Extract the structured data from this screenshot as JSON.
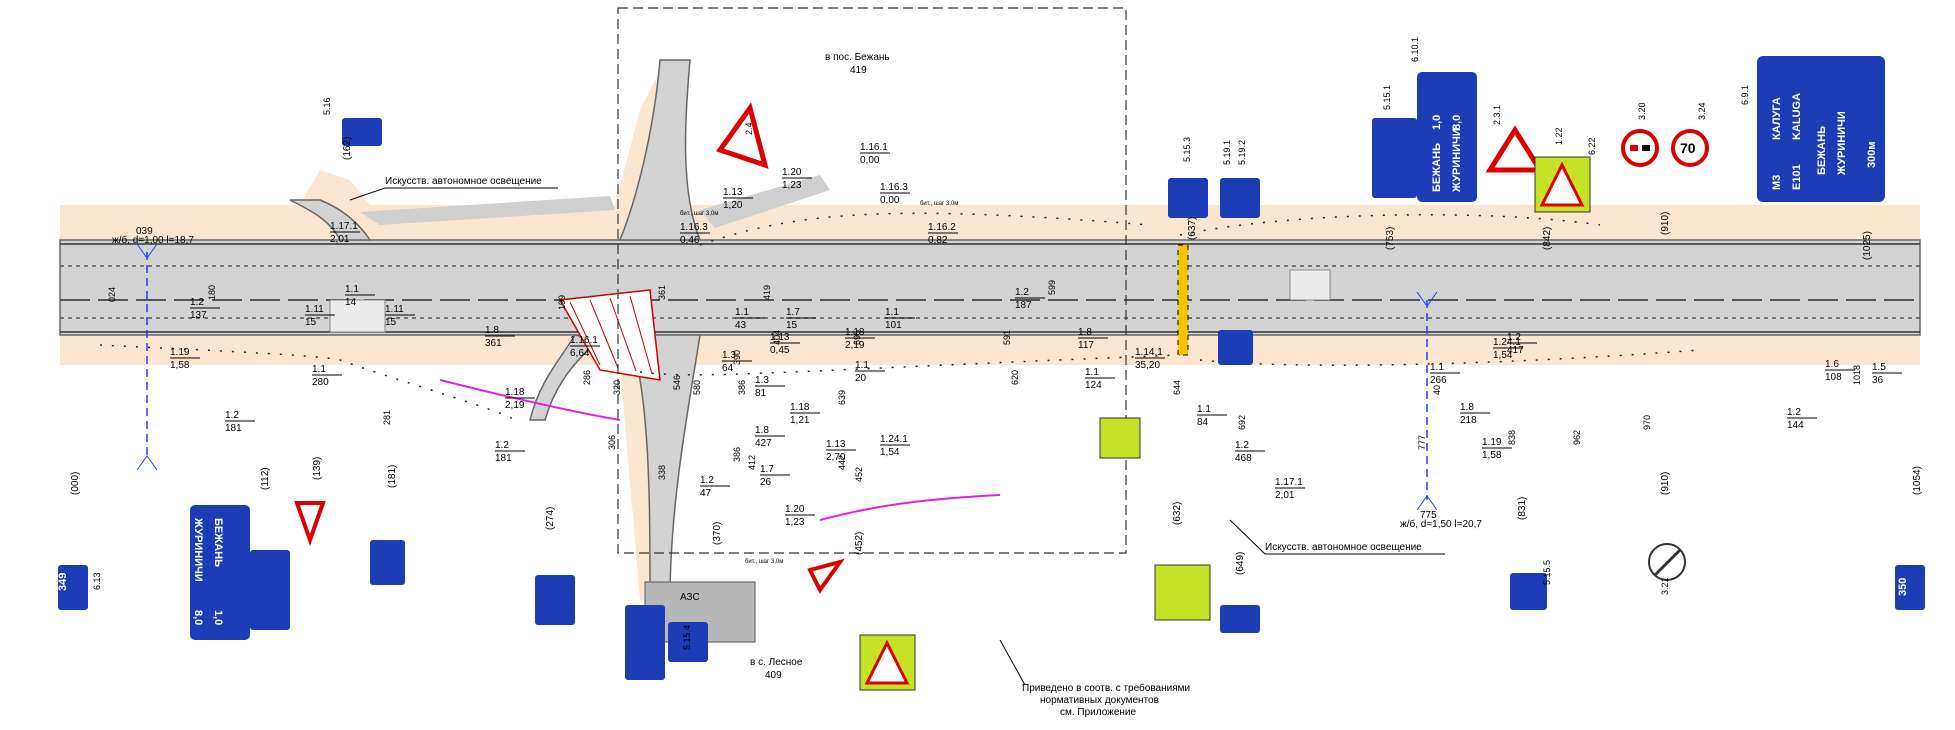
{
  "places": {
    "north_to": "в пос. Бежань",
    "north_km": "419",
    "south_to": "в с. Лесное",
    "south_km": "409",
    "gas_station": "АЗС"
  },
  "lighting_label": "Искусств. автономное освещение",
  "footnote": [
    "Приведено в соотв. с требованиями",
    "нормативных документов",
    "см. Приложение"
  ],
  "step_note": "бит., шаг 3,0м",
  "culverts": {
    "left_title": "039",
    "left_spec": "ж/б, d=1,00 l=18,7",
    "right_title": "775",
    "right_spec": "ж/б, d=1,50 l=20,7"
  },
  "km_posts": {
    "left": "349",
    "right": "350"
  },
  "direction_sign": {
    "route_m3": "М3",
    "route_e": "E101",
    "kaluga_ru": "КАЛУГА",
    "kaluga_en": "KALUGA",
    "bezhan": "БЕЖАНЬ",
    "zhurinichi": "ЖУРИНИЧИ",
    "distance": "300м"
  },
  "distance_sign": {
    "line1": "БЕЖАНЬ",
    "val1": "1,0",
    "line2": "ЖУРИНИЧИ",
    "val2": "8,0"
  },
  "speed_limit": "70",
  "sign_codes": [
    "5.16",
    "1.22",
    "5.19.1",
    "5.19.2",
    "5.15.1",
    "5.15.3",
    "6.10.1",
    "2.3.1",
    "6.22",
    "3.20",
    "3.24",
    "6.9.1",
    "6.13",
    "3.21",
    "5.15.4",
    "5.15.5",
    "2.4"
  ],
  "offsets": [
    "(162)",
    "(637)",
    "(753)",
    "(842)",
    "(910)",
    "(1025)",
    "(000)",
    "(112)",
    "(139)",
    "(181)",
    "(274)",
    "(370)",
    "(452)",
    "(632)",
    "(649)",
    "(831)",
    "(910)",
    "(1054)"
  ],
  "markings": [
    "1.17.1|2,01",
    "1.11|15",
    "1.11|15",
    "1.19|1,58",
    "1.18|2,19",
    "1.2|181",
    "1.2|181",
    "1.1|280",
    "1.8|361",
    "1.16.1|6,64",
    "1.13|0,45",
    "1.3|64",
    "1.3|81",
    "1.18|1,21",
    "1.8|427",
    "1.2|47",
    "1.7|26",
    "1.13|2,70",
    "1.24.1|1,54",
    "1.20|1,23",
    "1.16.3|0,46",
    "1.16.3|0,00",
    "1.16.1|0,00",
    "1.20|1,23",
    "1.13|1,20",
    "1.16.2|0,82",
    "1.1|43",
    "1.7|15",
    "1.1|101",
    "1.2|187",
    "1.8|117",
    "1.18|2,19",
    "1.1|124",
    "1.14.1|35,20",
    "1.1|84",
    "1.2|468",
    "1.17.1|2,01",
    "1.24.1|1,54",
    "1.2|417",
    "1.1|266",
    "1.8|218",
    "1.19|1,58",
    "1.6|108",
    "1.5|36",
    "1.2|144",
    "1.2|137",
    "1.1|14",
    "1.1|20"
  ],
  "stations": [
    "024",
    "180",
    "199",
    "361",
    "419",
    "599",
    "644",
    "692",
    "620",
    "639",
    "442",
    "452",
    "412",
    "386",
    "338",
    "306",
    "320",
    "286",
    "281",
    "838",
    "962",
    "970",
    "1018",
    "777",
    "404",
    "695",
    "591",
    "546",
    "580",
    "386",
    "390",
    "40"
  ]
}
